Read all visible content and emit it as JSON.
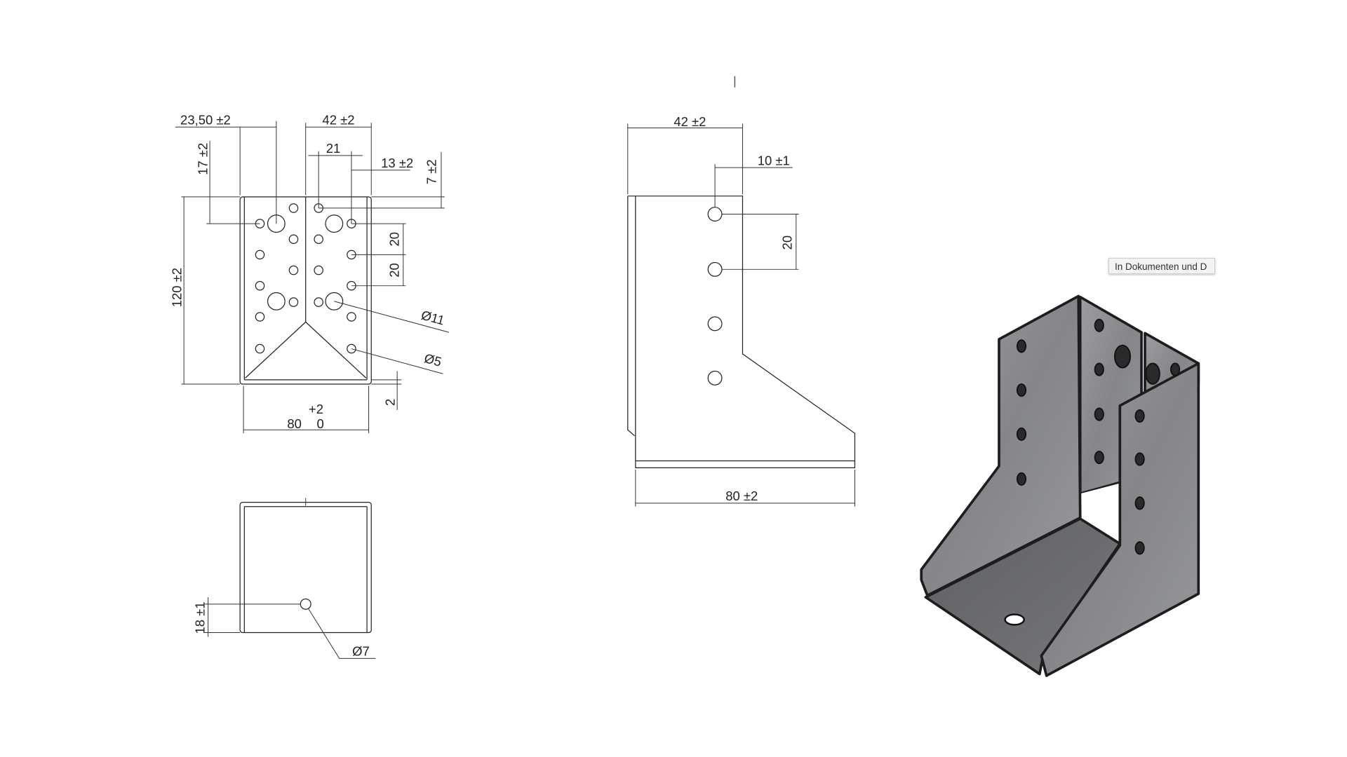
{
  "front_view": {
    "dim_offset_left": "23,50 ±2",
    "dim_width_top": "42 ±2",
    "dim_hole_spacing": "21",
    "dim_edge_right": "13 ±2",
    "dim_top_right": "7 ±2",
    "dim_top_left": "17 ±2",
    "dim_height": "120 ±2",
    "dim_pitch_1": "20",
    "dim_pitch_2": "20",
    "dim_large_hole": "Ø11",
    "dim_small_hole": "Ø5",
    "dim_thickness": "2",
    "dim_width_nominal": "80",
    "dim_width_upper_tol": "+2",
    "dim_width_lower_tol": "0"
  },
  "bottom_view": {
    "dim_hole_offset": "18 ±1",
    "dim_hole_diameter": "Ø7"
  },
  "side_view": {
    "dim_top_width": "42 ±2",
    "dim_hole_edge": "10 ±1",
    "dim_pitch": "20",
    "dim_base_width": "80 ±2"
  },
  "tooltip": {
    "text": "In Dokumenten und D"
  },
  "colors": {
    "metal": "#8e8f92",
    "metal_dark": "#6c6d70",
    "line": "#222222"
  }
}
